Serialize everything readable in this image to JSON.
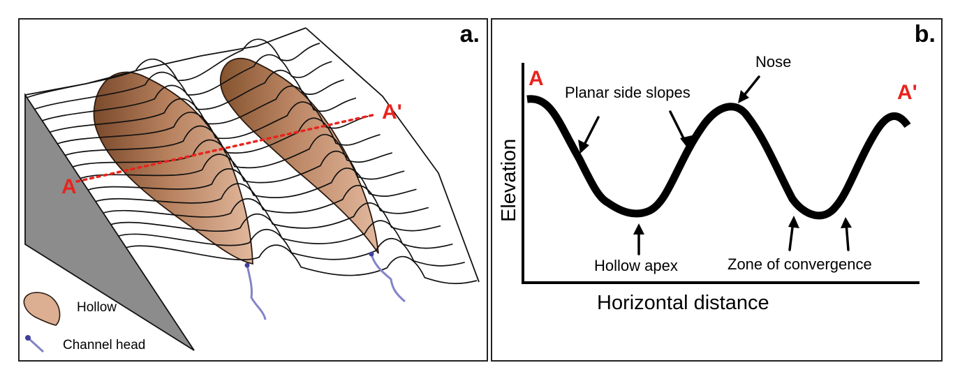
{
  "panel_a": {
    "letter": "a.",
    "section_start": "A",
    "section_end": "A'",
    "legend": {
      "hollow": "Hollow",
      "channel_head": "Channel head"
    }
  },
  "panel_b": {
    "letter": "b.",
    "start_label": "A",
    "end_label": "A'",
    "x_axis_label": "Horizontal distance",
    "y_axis_label": "Elevation",
    "annotations": {
      "planar_side_slopes": "Planar side slopes",
      "nose": "Nose",
      "hollow_apex": "Hollow apex",
      "zone_of_convergence": "Zone of convergence"
    }
  },
  "colors": {
    "hollow_fill": "#dcae92",
    "hollow_shade": "#8a5636",
    "section_line": "#e8231d",
    "channel": "#8383c8",
    "cliff": "#8c8c8c"
  }
}
